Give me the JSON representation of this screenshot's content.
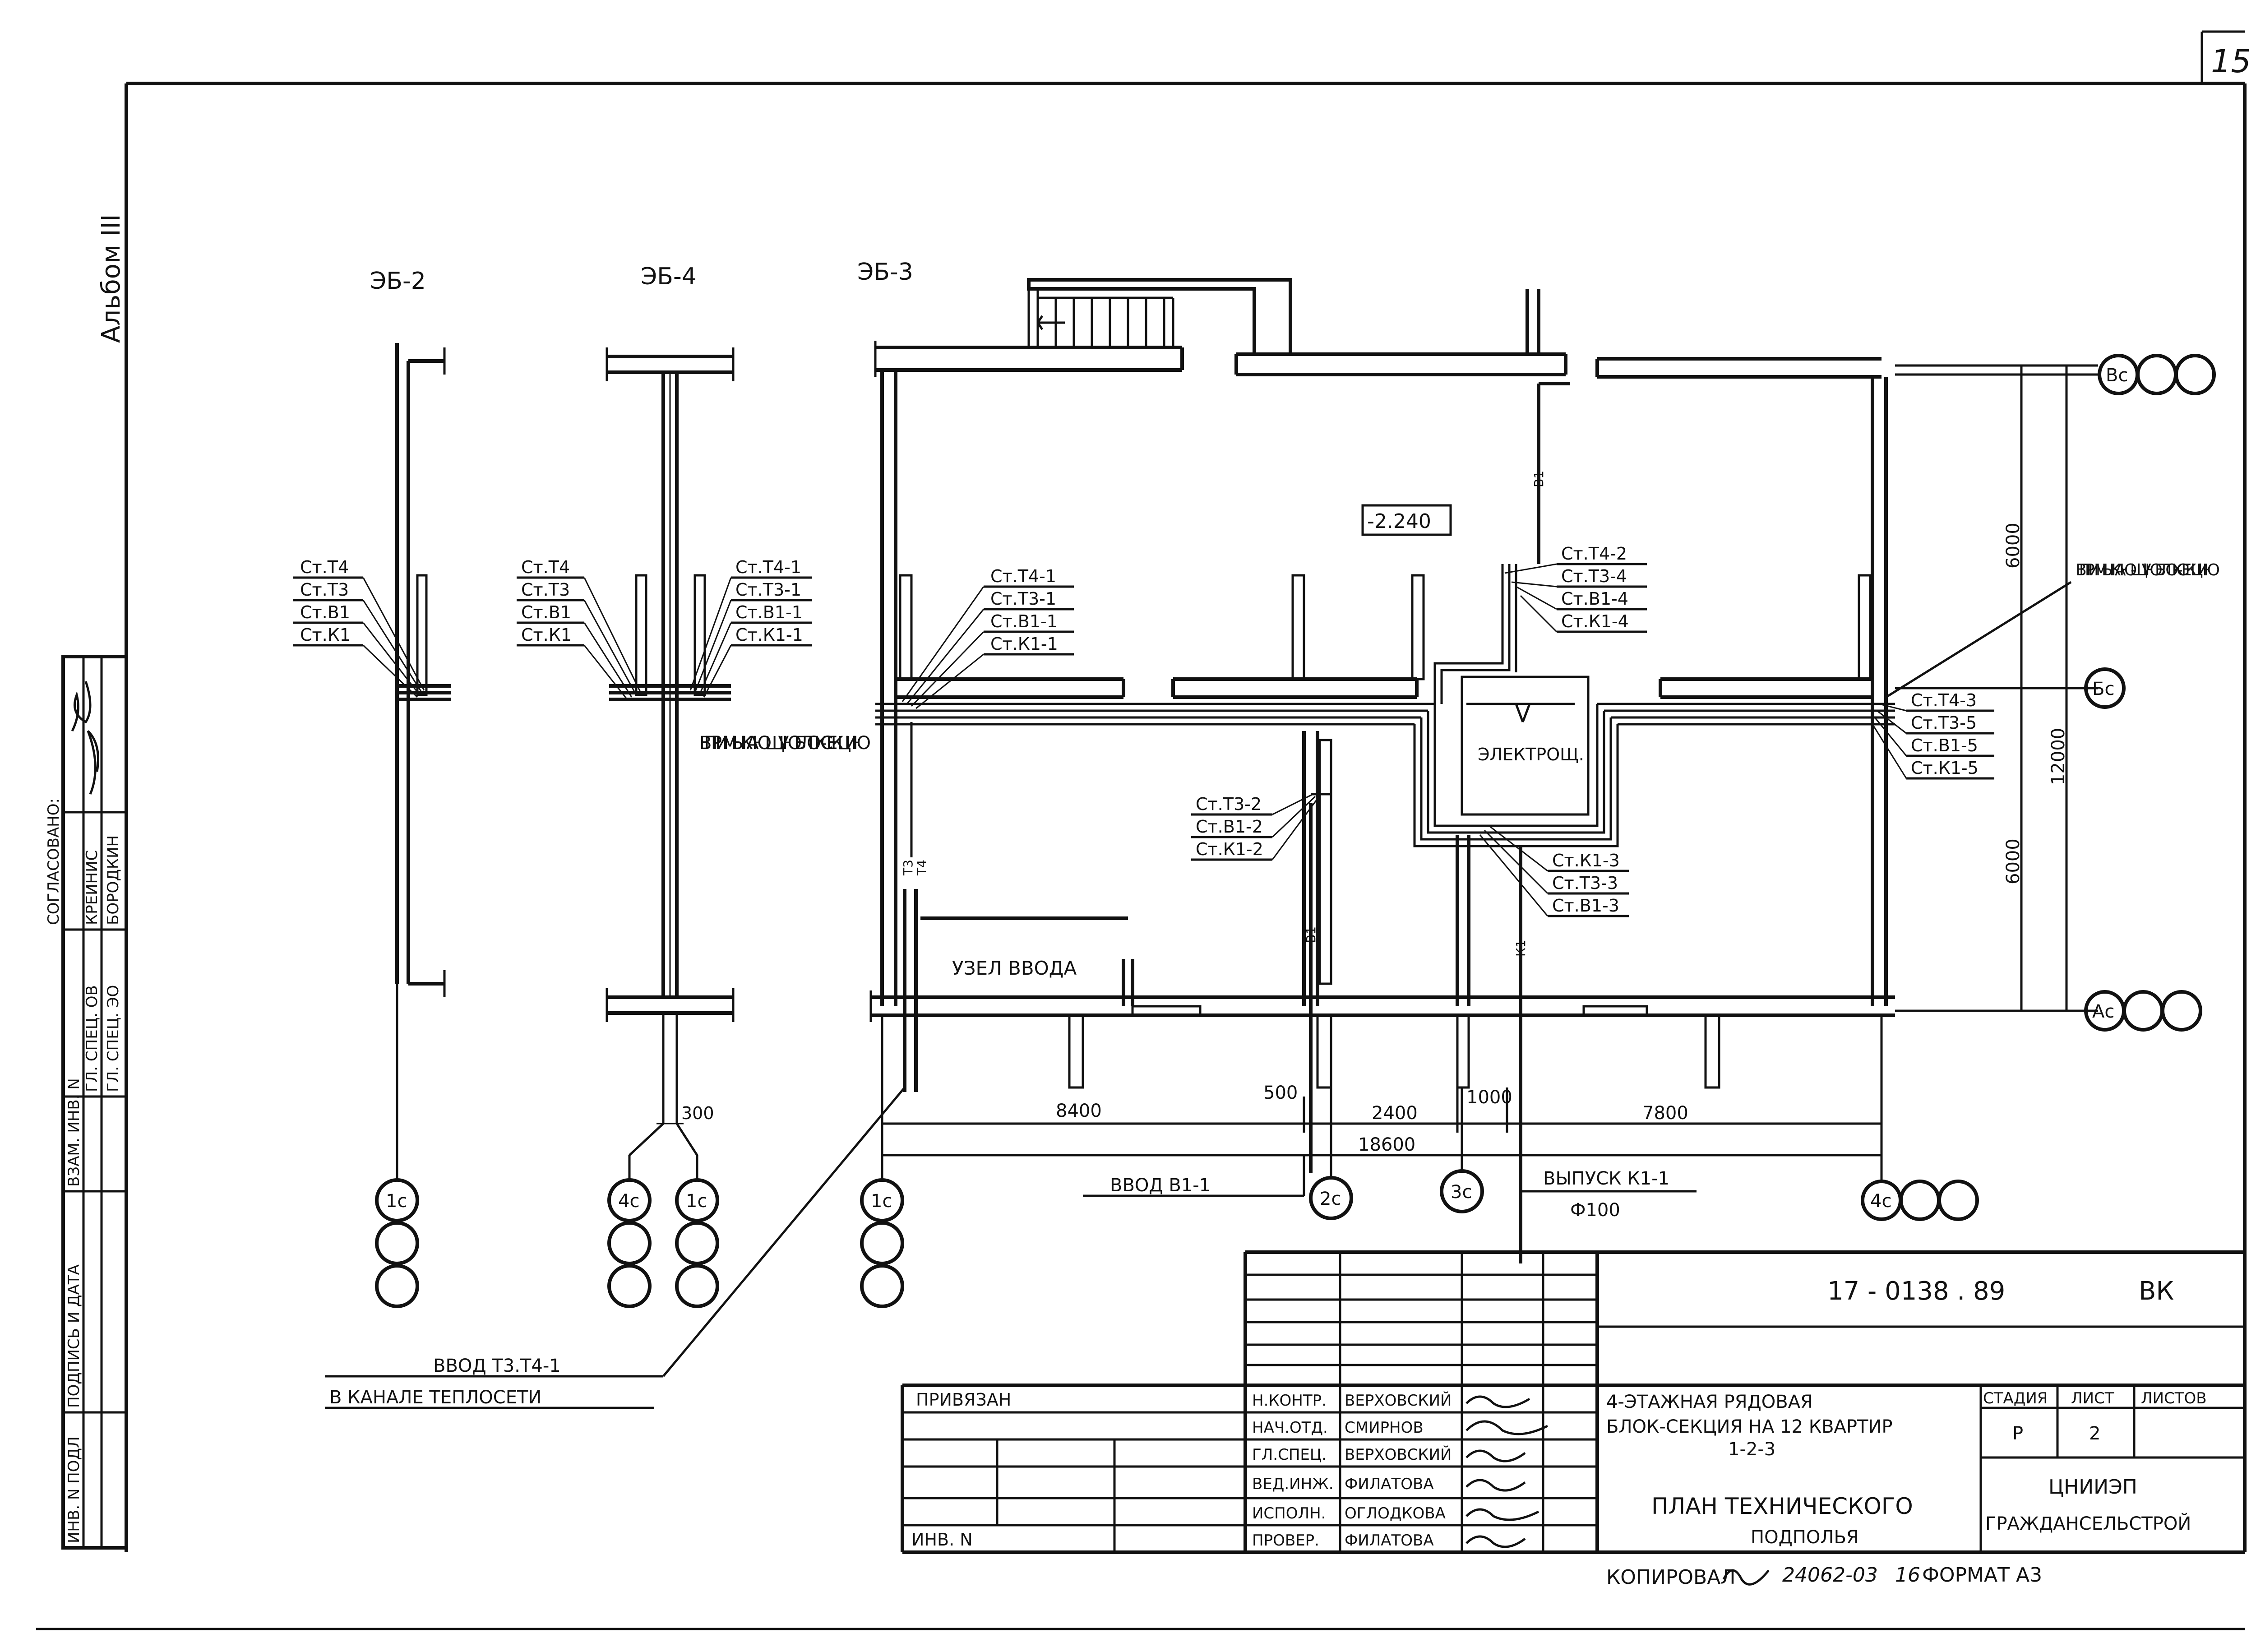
{
  "sheet_number": "15",
  "album": "Альбом III",
  "elevation_mark": "-2.240",
  "section_labels": [
    "ЭБ-2",
    "ЭБ-4",
    "ЭБ-3"
  ],
  "riser_groups": {
    "eb2": [
      "Ст.Т4",
      "Ст.Т3",
      "Ст.В1",
      "Ст.К1"
    ],
    "eb4_left": [
      "Ст.Т4",
      "Ст.Т3",
      "Ст.В1",
      "Ст.К1"
    ],
    "eb4_right": [
      "Ст.Т4-1",
      "Ст.Т3-1",
      "Ст.В1-1",
      "Ст.К1-1"
    ],
    "eb3_left": [
      "Ст.Т4-1",
      "Ст.Т3-1",
      "Ст.В1-1",
      "Ст.К1-1"
    ],
    "center_top": [
      "Ст.Т4-2",
      "Ст.Т3-4",
      "Ст.В1-4",
      "Ст.К1-4"
    ],
    "center_mid": [
      "Ст.Т3-2",
      "Ст.В1-2",
      "Ст.К1-2"
    ],
    "center_low": [
      "Ст.К1-3",
      "Ст.Т3-3",
      "Ст.В1-3"
    ],
    "right": [
      "Ст.Т4-3",
      "Ст.Т3-5",
      "Ст.В1-5",
      "Ст.К1-5"
    ]
  },
  "notes": {
    "adjacent_section_left": "В ПРИМЫКАЮЩУЮ БЛОК-СЕКЦИЮ",
    "adjacent_section_right": "В ПРИМЫКАЮ-ЩУЮ БЛОК-СЕКЦИЮ",
    "electro": "ЭЛЕКТРОЩ.",
    "entry_node": "УЗЕЛ ВВОДА",
    "entry_b1": "ВВОД В1-1",
    "outlet_k1": "ВЫПУСК К1-1",
    "outlet_dia": "Ф100",
    "entry_t": "ВВОД Т3.Т4-1",
    "entry_t_sub": "В КАНАЛЕ ТЕПЛОСЕТИ",
    "pipe_b1": "В1",
    "pipe_k1": "К1",
    "pipe_t3": "Т3",
    "pipe_t4": "Т4"
  },
  "dimensions": {
    "d8400": "8400",
    "d500": "500",
    "d2400": "2400",
    "d1000": "1000",
    "d7800": "7800",
    "d18600": "18600",
    "d300": "300",
    "d6000a": "6000",
    "d6000b": "6000",
    "d12000": "12000"
  },
  "axes": {
    "vc": "Вс",
    "bc": "Бс",
    "ac": "Ас",
    "c1": "1с",
    "c4": "4с",
    "c2": "2с",
    "c3": "3с"
  },
  "left_stamp": {
    "approved": "СОГЛАСОВАНО:",
    "rows": [
      {
        "role": "ГЛ. СПЕЦ. ОВ",
        "name": "КРЕЙНИС"
      },
      {
        "role": "ГЛ. СПЕЦ. ЭО",
        "name": "БОРОДКИН"
      }
    ],
    "fields": [
      "ВЗАМ. ИНВ. N",
      "ПОДПИСЬ И ДАТА",
      "ИНВ. N ПОДЛ"
    ]
  },
  "title_block": {
    "doc_code": "17 - 0138 . 89",
    "doc_mark": "ВК",
    "attached": "ПРИВЯЗАН",
    "inv": "ИНВ. N",
    "staff": [
      {
        "role": "Н.КОНТР.",
        "name": "ВЕРХОВСКИЙ"
      },
      {
        "role": "НАЧ.ОТД.",
        "name": "СМИРНОВ"
      },
      {
        "role": "ГЛ.СПЕЦ.",
        "name": "ВЕРХОВСКИЙ"
      },
      {
        "role": "ВЕД.ИНЖ.",
        "name": "ФИЛАТОВА"
      },
      {
        "role": "ИСПОЛН.",
        "name": "ОГЛОДКОВА"
      },
      {
        "role": "ПРОВЕР.",
        "name": "ФИЛАТОВА"
      }
    ],
    "building_line1": "4-ЭТАЖНАЯ РЯДОВАЯ",
    "building_line2": "БЛОК-СЕКЦИЯ НА 12 КВАРТИР",
    "building_line3": "1-2-3",
    "sheet_title_line1": "ПЛАН ТЕХНИЧЕСКОГО",
    "sheet_title_line2": "ПОДПОЛЬЯ",
    "stage_header": "СТАДИЯ",
    "sheet_header": "ЛИСТ",
    "sheets_header": "ЛИСТОВ",
    "stage": "Р",
    "sheet": "2",
    "org_line1": "ЦНИИЭП",
    "org_line2": "ГРАЖДАНСЕЛЬСТРОЙ"
  },
  "footer": {
    "copied": "КОПИРОВАЛ",
    "order": "24062-03",
    "num": "16",
    "format": "ФОРМАТ А3"
  }
}
